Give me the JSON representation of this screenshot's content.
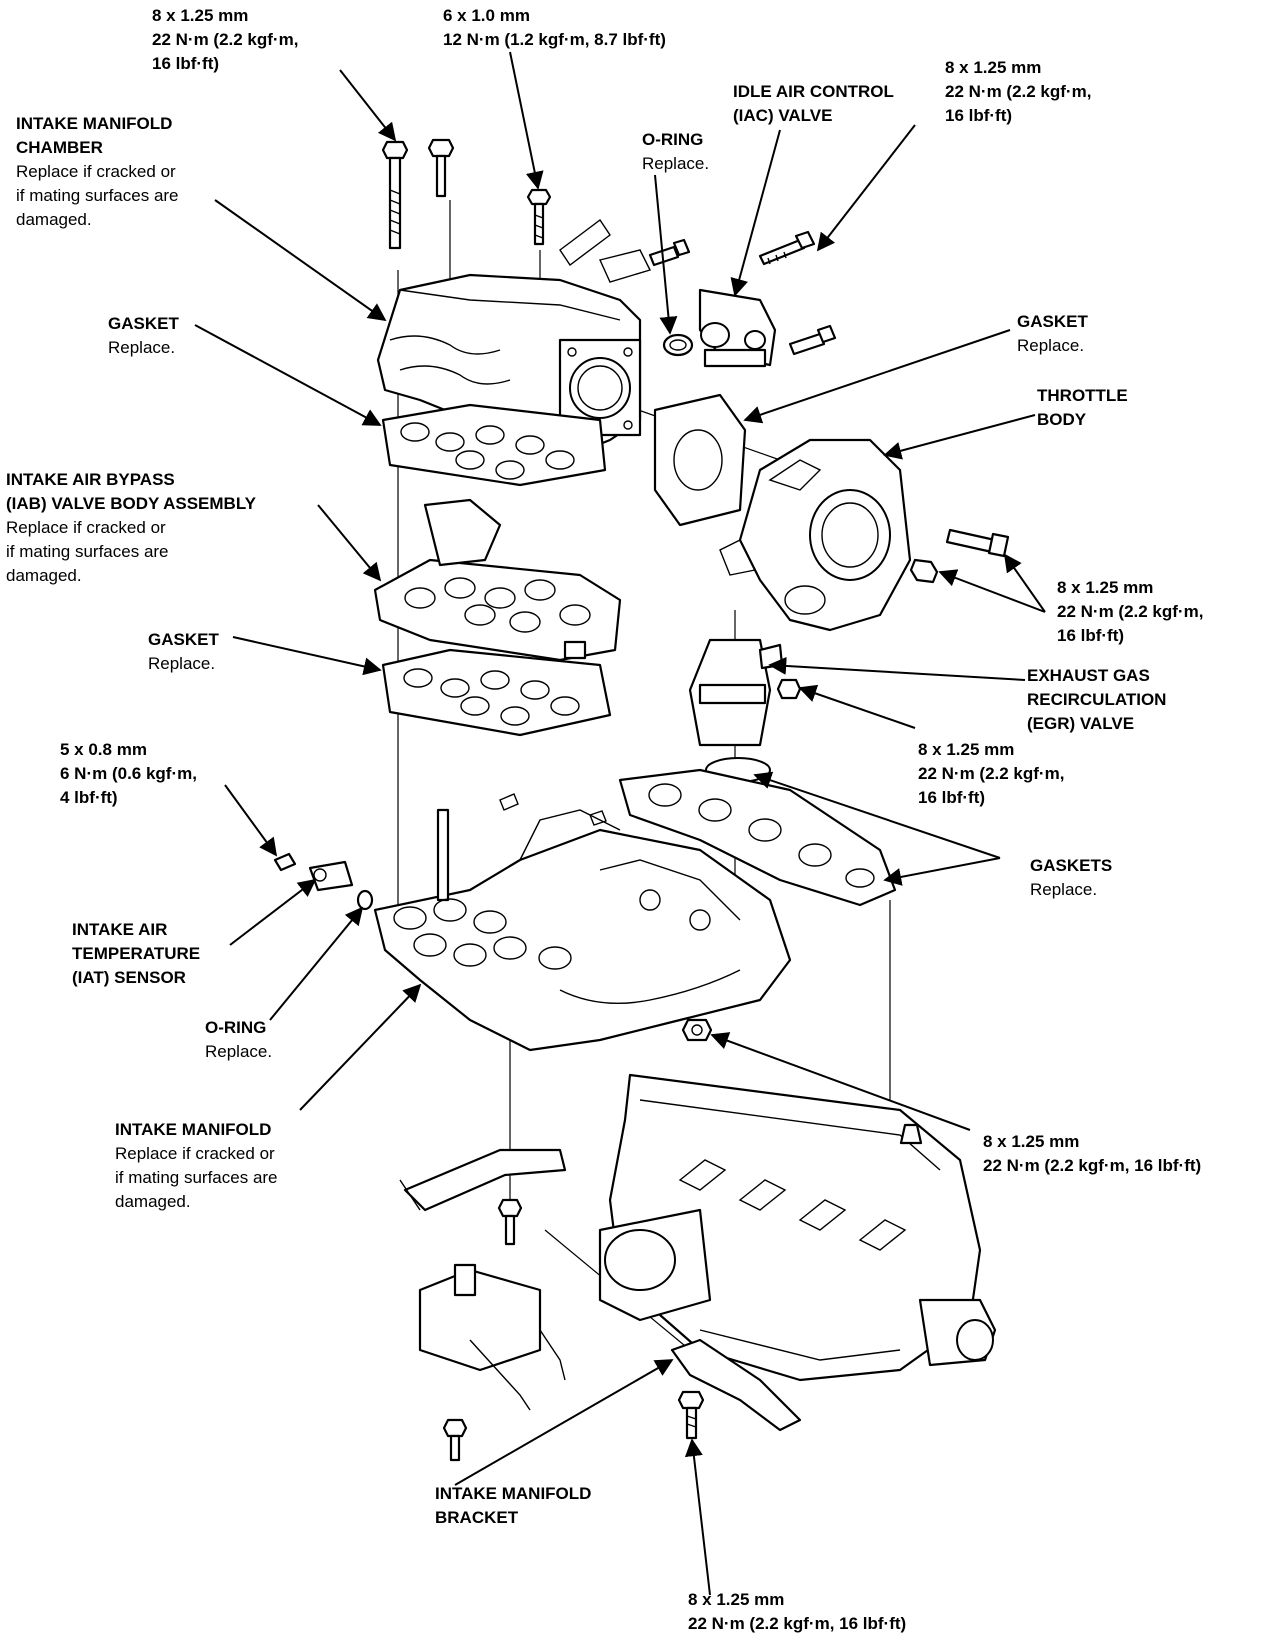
{
  "labels": {
    "bolt_top_left": {
      "spec": "8 x 1.25 mm",
      "torque1": "22 N·m (2.2 kgf·m,",
      "torque2": "16 lbf·ft)"
    },
    "bolt_top_center": {
      "spec": "6 x 1.0 mm",
      "torque": "12 N·m (1.2 kgf·m, 8.7 lbf·ft)"
    },
    "iac_valve": {
      "name1": "IDLE AIR CONTROL",
      "name2": "(IAC) VALVE"
    },
    "bolt_top_right": {
      "spec": "8 x 1.25 mm",
      "torque1": "22 N·m (2.2 kgf·m,",
      "torque2": "16 lbf·ft)"
    },
    "intake_manifold_chamber": {
      "name1": "INTAKE MANIFOLD",
      "name2": "CHAMBER",
      "note1": "Replace if cracked or",
      "note2": "if mating surfaces are",
      "note3": "damaged."
    },
    "o_ring_top": {
      "name": "O-RING",
      "note": "Replace."
    },
    "gasket_left_top": {
      "name": "GASKET",
      "note": "Replace."
    },
    "gasket_throttle": {
      "name": "GASKET",
      "note": "Replace."
    },
    "throttle_body": {
      "name1": "THROTTLE",
      "name2": "BODY"
    },
    "iab_valve": {
      "name1": "INTAKE AIR BYPASS",
      "name2": "(IAB) VALVE BODY ASSEMBLY",
      "note1": "Replace if cracked or",
      "note2": "if mating surfaces are",
      "note3": "damaged."
    },
    "bolt_throttle": {
      "spec": "8 x 1.25 mm",
      "torque1": "22 N·m (2.2 kgf·m,",
      "torque2": "16 lbf·ft)"
    },
    "gasket_left_mid": {
      "name": "GASKET",
      "note": "Replace."
    },
    "egr_valve": {
      "name1": "EXHAUST GAS",
      "name2": "RECIRCULATION",
      "name3": "(EGR) VALVE"
    },
    "bolt_egr": {
      "spec": "8 x 1.25 mm",
      "torque1": "22 N·m (2.2 kgf·m,",
      "torque2": "16 lbf·ft)"
    },
    "bolt_iat": {
      "spec": "5 x 0.8 mm",
      "torque1": "6 N·m (0.6 kgf·m,",
      "torque2": "4 lbf·ft)"
    },
    "gaskets_right": {
      "name": "GASKETS",
      "note": "Replace."
    },
    "iat_sensor": {
      "name1": "INTAKE AIR",
      "name2": "TEMPERATURE",
      "name3": "(IAT) SENSOR"
    },
    "o_ring_bottom": {
      "name": "O-RING",
      "note": "Replace."
    },
    "nut_manifold": {
      "spec": "8 x 1.25 mm",
      "torque": "22 N·m (2.2 kgf·m, 16 lbf·ft)"
    },
    "intake_manifold": {
      "name": "INTAKE MANIFOLD",
      "note1": "Replace if cracked or",
      "note2": "if mating surfaces are",
      "note3": "damaged."
    },
    "intake_manifold_bracket": {
      "name1": "INTAKE MANIFOLD",
      "name2": "BRACKET"
    },
    "bolt_bracket": {
      "spec": "8 x 1.25 mm",
      "torque": "22 N·m (2.2 kgf·m, 16 lbf·ft)"
    }
  }
}
